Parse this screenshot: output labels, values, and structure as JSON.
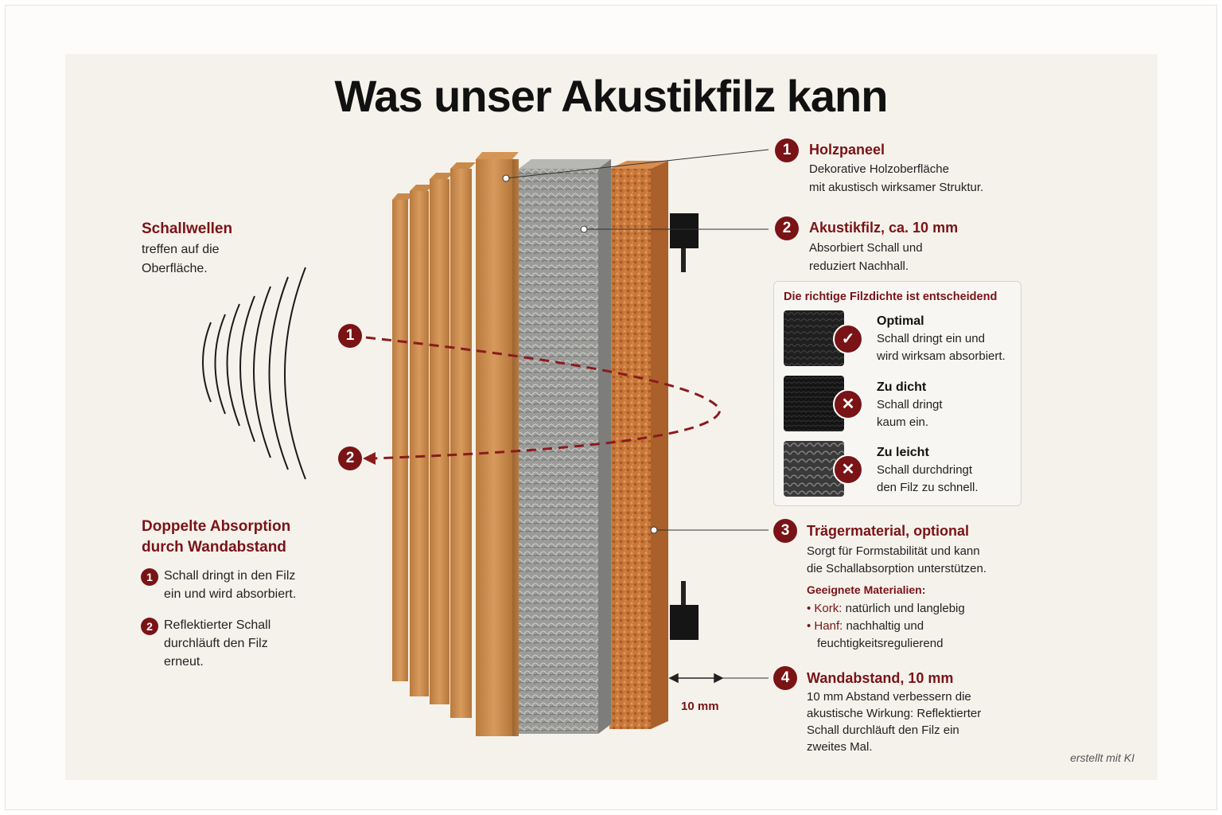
{
  "title": "Was unser Akustikfilz kann",
  "left": {
    "waves_heading": "Schallwellen",
    "waves_text_1": "treffen auf die",
    "waves_text_2": "Oberfläche.",
    "double_heading_1": "Doppelte Absorption",
    "double_heading_2": "durch Wandabstand",
    "steps": [
      {
        "num": "1",
        "line1": "Schall dringt in den Filz",
        "line2": "ein und wird absorbiert.",
        "line3": ""
      },
      {
        "num": "2",
        "line1": "Reflektierter Schall",
        "line2": "durchläuft den Filz",
        "line3": "erneut."
      }
    ]
  },
  "path_markers": {
    "start": "1",
    "end": "2"
  },
  "callouts": [
    {
      "num": "1",
      "heading": "Holzpaneel",
      "line1": "Dekorative Holzoberfläche",
      "line2": "mit akustisch wirksamer Struktur."
    },
    {
      "num": "2",
      "heading": "Akustikfilz, ca. 10 mm",
      "line1": "Absorbiert Schall und",
      "line2": "reduziert Nachhall."
    },
    {
      "num": "3",
      "heading": "Trägermaterial, optional",
      "line1": "Sorgt für Formstabilität und kann",
      "line2": "die Schallabsorption unterstützen."
    },
    {
      "num": "4",
      "heading": "Wandabstand, 10 mm",
      "line1": "10 mm Abstand verbessern die",
      "line2": "akustische Wirkung: Reflektierter",
      "line3": "Schall durchläuft den Filz ein",
      "line4": "zweites Mal."
    }
  ],
  "density": {
    "heading": "Die richtige Filzdichte ist entscheidend",
    "options": [
      {
        "title": "Optimal",
        "line1": "Schall dringt ein und",
        "line2": "wird wirksam absorbiert.",
        "status": "check-icon"
      },
      {
        "title": "Zu dicht",
        "line1": "Schall dringt",
        "line2": "kaum ein.",
        "status": "cross-icon"
      },
      {
        "title": "Zu leicht",
        "line1": "Schall durchdringt",
        "line2": "den Filz zu schnell.",
        "status": "cross-icon"
      }
    ]
  },
  "materials": {
    "heading": "Geeignete Materialien:",
    "items": [
      {
        "name": "Kork:",
        "desc": "natürlich und langlebig",
        "desc2": ""
      },
      {
        "name": "Hanf:",
        "desc": "nachhaltig und",
        "desc2": "feuchtigkeitsregulierend"
      }
    ]
  },
  "gap_label": "10 mm",
  "credit": "erstellt mit KI",
  "colors": {
    "accent": "#7a1316",
    "wood": "#c98a4b",
    "felt": "#9a9a98",
    "cork": "#c9773a",
    "background": "#f5f2ec"
  }
}
